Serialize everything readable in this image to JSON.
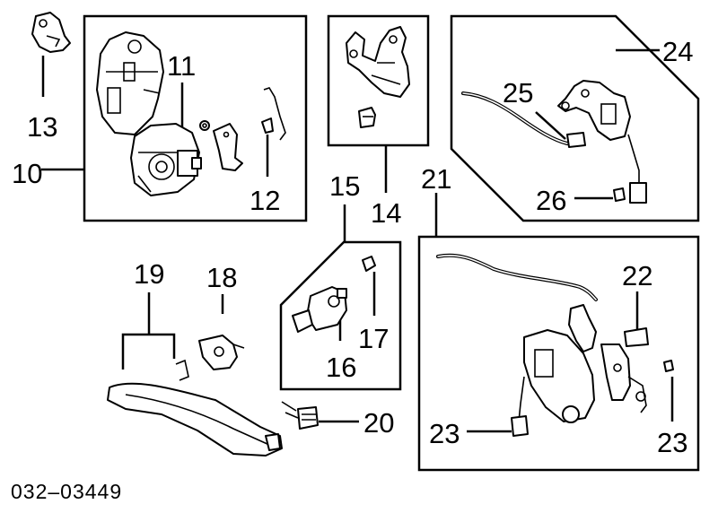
{
  "diagram": {
    "code": "032–03449",
    "labels": {
      "p10": "10",
      "p11": "11",
      "p12": "12",
      "p13": "13",
      "p14": "14",
      "p15": "15",
      "p16": "16",
      "p17": "17",
      "p18": "18",
      "p19": "19",
      "p20": "20",
      "p21": "21",
      "p22": "22",
      "p23a": "23",
      "p23b": "23",
      "p24": "24",
      "p25": "25",
      "p26": "26"
    }
  }
}
